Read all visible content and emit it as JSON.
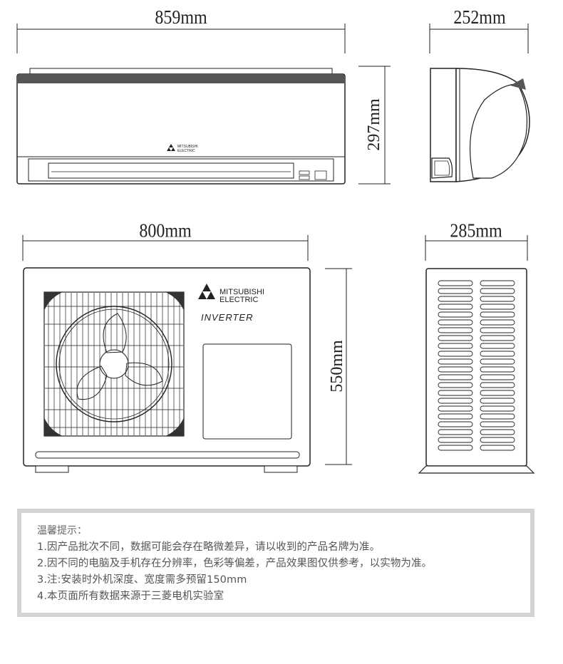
{
  "dimensions": {
    "indoor_width": "859mm",
    "indoor_depth": "252mm",
    "indoor_height": "297mm",
    "outdoor_width": "800mm",
    "outdoor_depth": "285mm",
    "outdoor_height": "550mm"
  },
  "indoor_unit": {
    "brand_line1": "MITSUBISHI",
    "brand_line2": "ELECTRIC"
  },
  "outdoor_unit": {
    "brand_line1": "MITSUBISHI",
    "brand_line2": "ELECTRIC",
    "model_text": "INVERTER"
  },
  "notice": {
    "title": "温馨提示：",
    "lines": [
      "1.因产品批次不同，数据可能会存在略微差异，请以收到的产品名牌为准。",
      "2.因不同的电脑及手机存在分辨率，色彩等偏差，产品效果图仅供参考，以实物为准。",
      "3.注:安装时外机深度、宽度需多预留150mm",
      "4.本页面所有数据来源于三菱电机实验室"
    ]
  },
  "colors": {
    "line": "#222222",
    "notice_border": "#d4d4d4",
    "notice_text": "#555555"
  }
}
